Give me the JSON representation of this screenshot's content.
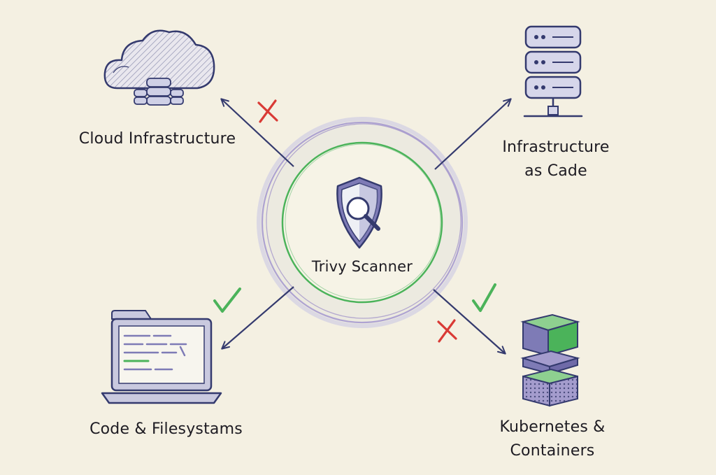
{
  "center": {
    "label": "Trivy Scanner",
    "icon": "shield-magnifier-icon"
  },
  "nodes": [
    {
      "id": "cloud-infrastructure",
      "lines": [
        "Cloud Infrastructure"
      ],
      "icon": "cloud-database-icon",
      "mark": "cross"
    },
    {
      "id": "infrastructure-as-code",
      "lines": [
        "Infrastructure",
        "as Cade"
      ],
      "icon": "server-stack-icon",
      "mark": "none"
    },
    {
      "id": "code-filesystems",
      "lines": [
        "Code & Filesystams"
      ],
      "icon": "laptop-code-icon",
      "mark": "check"
    },
    {
      "id": "kubernetes-containers",
      "lines": [
        "Kubernetes &",
        "Containers"
      ],
      "icon": "container-stack-icon",
      "mark": "check-and-cross"
    }
  ],
  "colors": {
    "background": "#f4f0e2",
    "ink": "#343a6e",
    "accent_green": "#4bb35a",
    "accent_red": "#d93a35",
    "accent_purple": "#9b8cc8"
  }
}
